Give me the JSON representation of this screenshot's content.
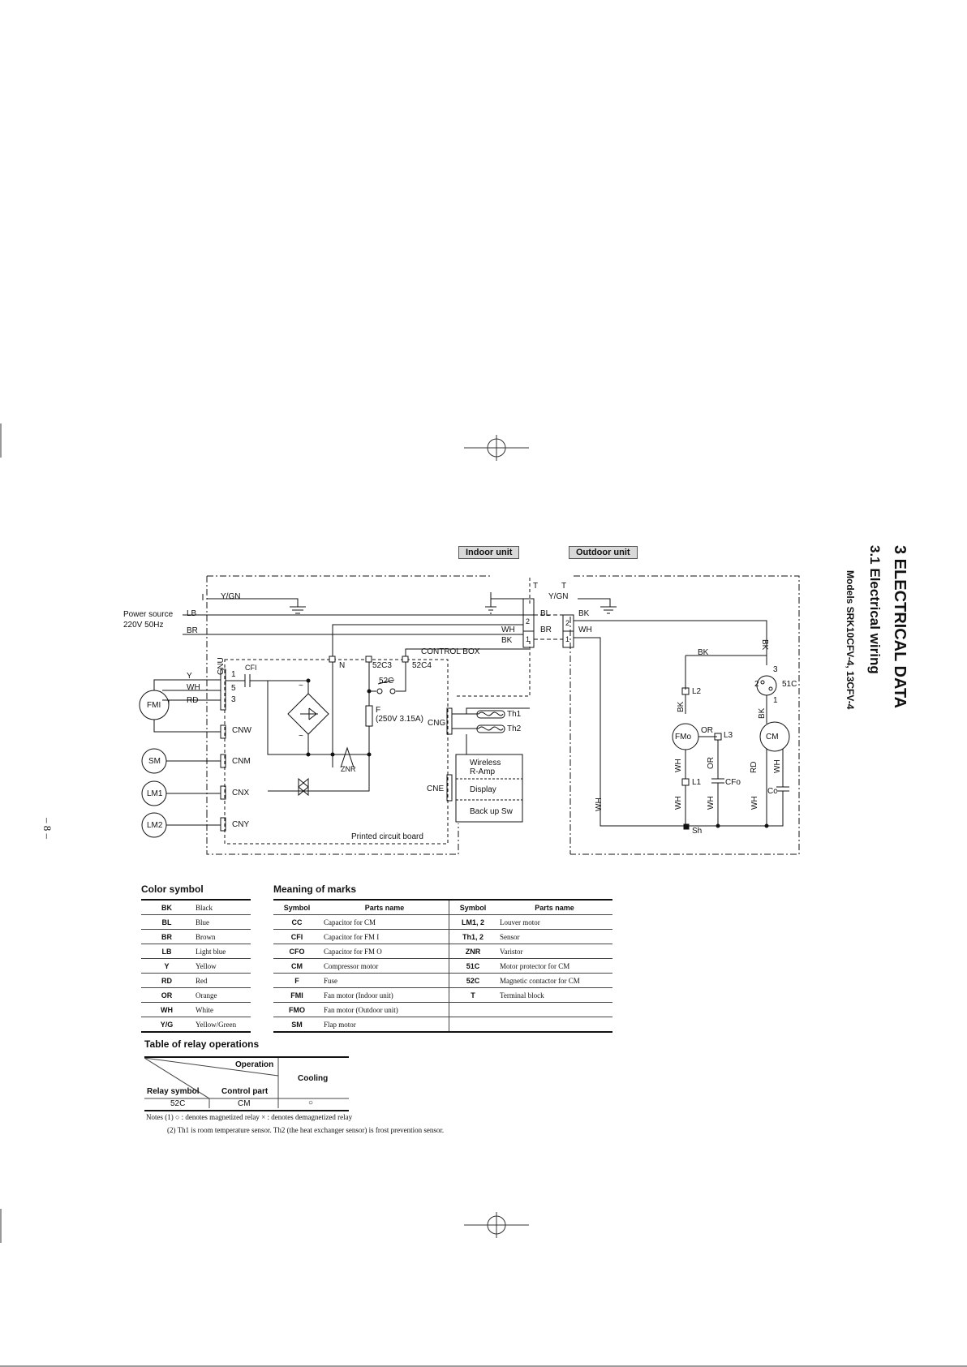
{
  "side_heading": {
    "chapter": "3   ELECTRICAL DATA",
    "section": "3.1  Electrical wiring",
    "models": "Models  SRK10CFV-4, 13CFV-4"
  },
  "page_number": "– 8 –",
  "diagram": {
    "indoor_unit": "Indoor unit",
    "outdoor_unit": "Outdoor unit",
    "power_source": "Power source",
    "power_spec": "220V 50Hz",
    "wires": {
      "ygn": "Y/GN",
      "ygn2": "Y/GN",
      "lb": "LB",
      "br": "BR",
      "bl": "BL",
      "bk_top": "BK",
      "wh_tb": "WH",
      "bk_tb": "BK",
      "br_tb": "BR",
      "wh_tb2": "WH",
      "bk_out": "BK",
      "bk_right": "BK",
      "bk_cm": "BK",
      "bk_l2": "BK",
      "y": "Y",
      "wh": "WH",
      "rd": "RD",
      "or": "OR",
      "wh_fmo": "WH",
      "or_cfo": "OR",
      "rd_cm": "RD",
      "wh_cm": "WH",
      "wh_left": "WH",
      "wh_l1": "WH",
      "wh_cfo": "WH",
      "wh_cc": "WH"
    },
    "terminal_t1": "T",
    "terminal_t2": "T",
    "tb_nums": [
      "2",
      "1",
      "2",
      "1"
    ],
    "control_box": "CONTROL BOX",
    "cnu": "CNU",
    "cnu_pins": [
      "1",
      "5",
      "3"
    ],
    "cfi": "CFI",
    "n": "N",
    "c52c3": "52C3",
    "c52c4": "52C4",
    "c52c": "52C",
    "fuse": "F",
    "fuse_spec": "(250V 3.15A)",
    "cng": "CNG",
    "th1": "Th1",
    "th2": "Th2",
    "fmi": "FMI",
    "cnw": "CNW",
    "sm": "SM",
    "cnm": "CNM",
    "znr": "ZNR",
    "lm1": "LM1",
    "cnx": "CNX",
    "lm2": "LM2",
    "cny": "CNY",
    "cne": "CNE",
    "wireless": "Wireless",
    "ramp": "R-Amp",
    "display": "Display",
    "backup": "Back up Sw",
    "pcb": "Printed circuit board",
    "l2": "L2",
    "l3": "L3",
    "l1": "L1",
    "fmo": "FMo",
    "cm": "CM",
    "cfo": "CFo",
    "cc": "Cc",
    "c51c": "51C",
    "p51": [
      "3",
      "2",
      "1"
    ],
    "sh": "Sh",
    "tilde": "~"
  },
  "color_symbol": {
    "title": "Color symbol",
    "rows": [
      [
        "BK",
        "Black"
      ],
      [
        "BL",
        "Blue"
      ],
      [
        "BR",
        "Brown"
      ],
      [
        "LB",
        "Light blue"
      ],
      [
        "Y",
        "Yellow"
      ],
      [
        "RD",
        "Red"
      ],
      [
        "OR",
        "Orange"
      ],
      [
        "WH",
        "White"
      ],
      [
        "Y/G",
        "Yellow/Green"
      ]
    ]
  },
  "marks": {
    "title": "Meaning of marks",
    "headers": [
      "Symbol",
      "Parts name",
      "Symbol",
      "Parts name"
    ],
    "rows": [
      [
        "CC",
        "Capacitor for CM",
        "LM1, 2",
        "Louver motor"
      ],
      [
        "CFI",
        "Capacitor for FM I",
        "Th1, 2",
        "Sensor"
      ],
      [
        "CFO",
        "Capacitor for FM O",
        "ZNR",
        "Varistor"
      ],
      [
        "CM",
        "Compressor motor",
        "51C",
        "Motor protector for CM"
      ],
      [
        "F",
        "Fuse",
        "52C",
        "Magnetic contactor for CM"
      ],
      [
        "FMI",
        "Fan motor (Indoor unit)",
        "T",
        "Terminal block"
      ],
      [
        "FMO",
        "Fan motor (Outdoor unit)",
        "",
        ""
      ],
      [
        "SM",
        "Flap motor",
        "",
        ""
      ]
    ]
  },
  "relay": {
    "title": "Table of relay operations",
    "operation": "Operation",
    "relay_symbol": "Relay symbol",
    "control_part": "Control part",
    "cooling": "Cooling",
    "row": [
      "52C",
      "CM",
      "○"
    ]
  },
  "notes": {
    "n1": "Notes (1)  ○ : denotes magnetized relay    × : denotes demagnetized relay",
    "n2": "(2) Th1 is room temperature sensor. Th2 (the heat exchanger sensor) is frost prevention sensor."
  }
}
